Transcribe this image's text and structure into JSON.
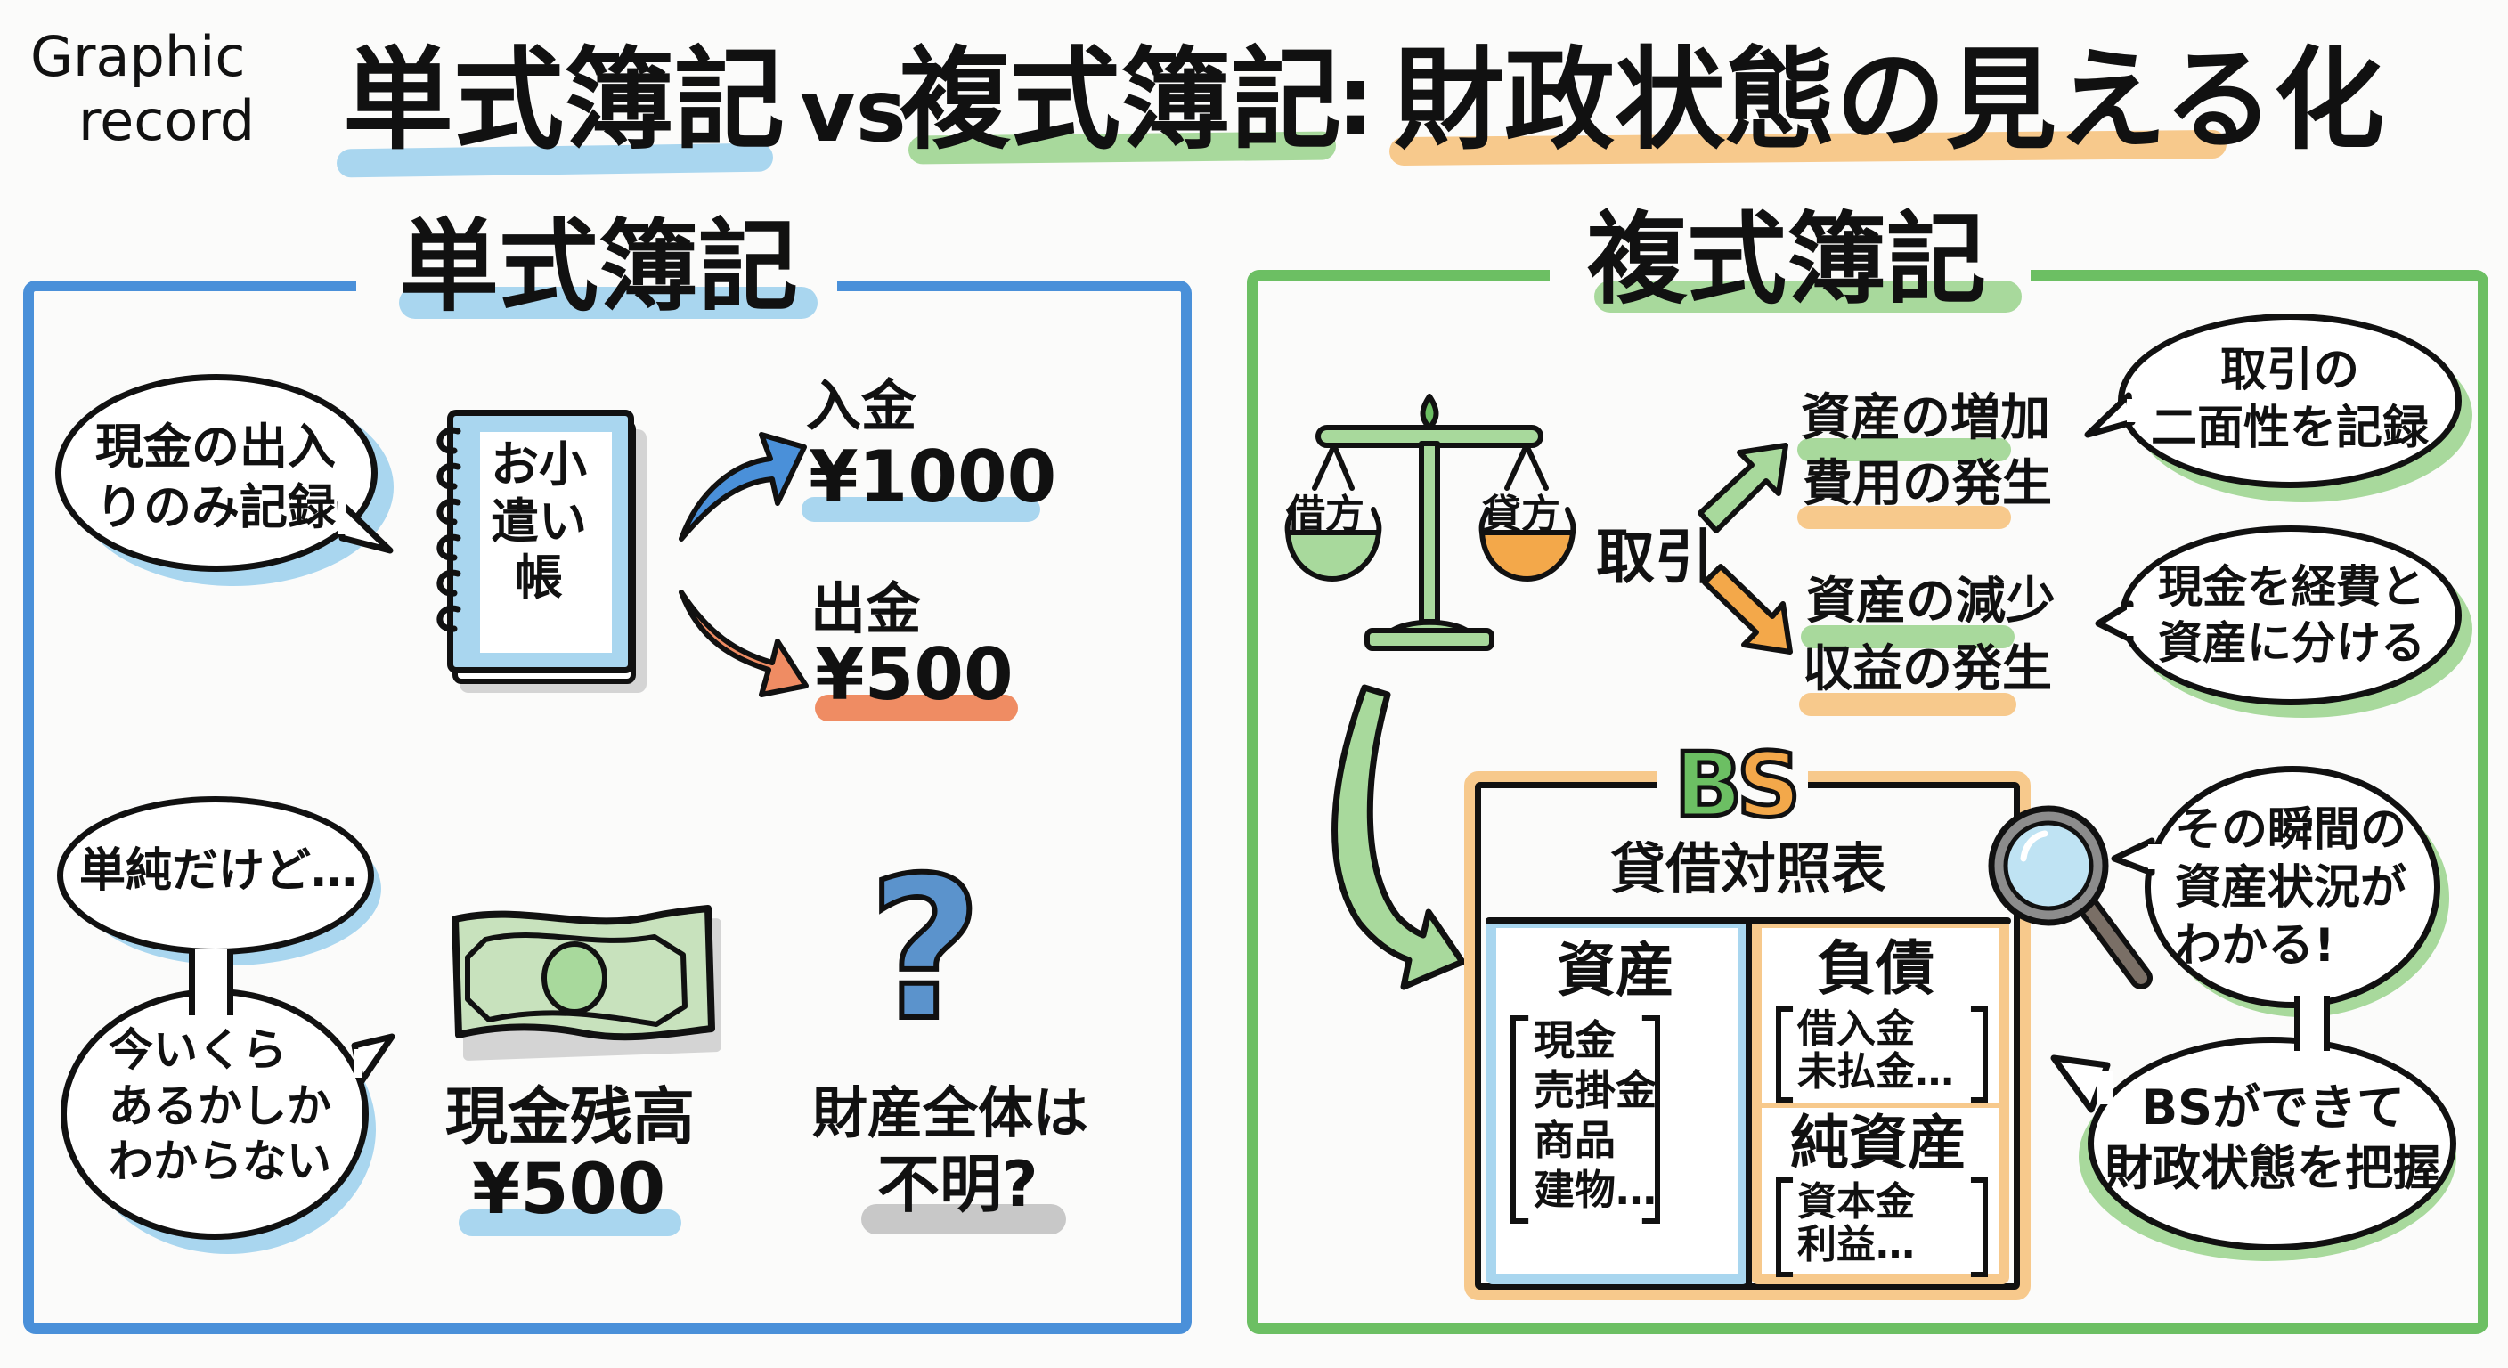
{
  "header": {
    "badge_line1": "Graphic",
    "badge_line2": "record",
    "title_part1": "単式簿記",
    "title_vs": "vs",
    "title_part2": "複式簿記",
    "title_colon": ":",
    "title_part3": "財政状態の見える化"
  },
  "colors": {
    "blue": "#4a90d9",
    "light_blue": "#a9d6ef",
    "green": "#6cbf63",
    "light_green": "#a8d99c",
    "orange": "#f3a84a",
    "light_orange": "#f7c98c",
    "salmon": "#ef8c63",
    "gray_highlight": "#c8c8c8"
  },
  "single_entry": {
    "heading": "単式簿記",
    "bubble_cash_only": "現金の出入\nりのみ記録",
    "notebook_title": "お小\n遣い\n帳",
    "income_label": "入金",
    "income_amount": "¥1000",
    "expense_label": "出金",
    "expense_amount": "¥500",
    "bubble_simple": "単純だけど…",
    "bubble_only_know": "今いくら\nあるかしか\nわからない",
    "cash_balance_label": "現金残高",
    "cash_balance_amount": "¥500",
    "question_mark": "?",
    "unknown_line1": "財産全体は",
    "unknown_line2": "不明?"
  },
  "double_entry": {
    "heading": "複式簿記",
    "scale_left": "借方",
    "scale_right": "貸方",
    "transaction": "取引",
    "up_line1": "資産の増加",
    "up_line2": "費用の発生",
    "down_line1": "資産の減少",
    "down_line2": "収益の発生",
    "bubble_duality": "取引の\n二面性を記録",
    "bubble_split": "現金を経費と\n資産に分ける",
    "bs": {
      "title_b": "B",
      "title_s": "S",
      "subtitle": "貸借対照表",
      "assets_heading": "資産",
      "assets_items": [
        "現金",
        "売掛金",
        "商品",
        "建物…"
      ],
      "liabilities_heading": "負債",
      "liabilities_items": [
        "借入金",
        "未払金…"
      ],
      "equity_heading": "純資産",
      "equity_items": [
        "資本金",
        "利益…"
      ]
    },
    "bubble_snapshot": "その瞬間の\n資産状況が\nわかる!",
    "bubble_grasp": "BSができて\n財政状態を把握"
  }
}
